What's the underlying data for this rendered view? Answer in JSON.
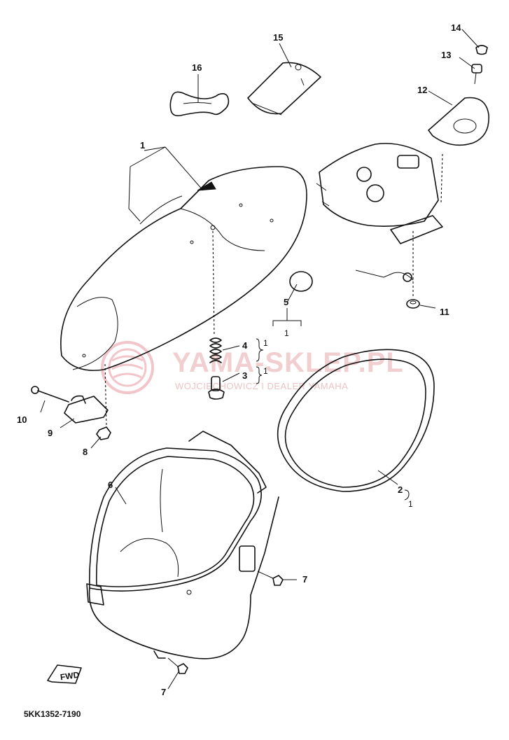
{
  "diagram": {
    "code": "5KK1352-7190",
    "fwd_label": "FWD"
  },
  "watermark": {
    "brand": "YAMA-SKLEP.PL",
    "subtitle": "WOJCIECHOWICZ I DEALER YAMAHA"
  },
  "callouts": [
    {
      "id": "c1",
      "label": "1"
    },
    {
      "id": "c2",
      "label": "2"
    },
    {
      "id": "c3",
      "label": "3"
    },
    {
      "id": "c4",
      "label": "4"
    },
    {
      "id": "c5",
      "label": "5"
    },
    {
      "id": "c6",
      "label": "6"
    },
    {
      "id": "c7a",
      "label": "7"
    },
    {
      "id": "c7b",
      "label": "7"
    },
    {
      "id": "c8",
      "label": "8"
    },
    {
      "id": "c9",
      "label": "9"
    },
    {
      "id": "c10",
      "label": "10"
    },
    {
      "id": "c11",
      "label": "11"
    },
    {
      "id": "c12",
      "label": "12"
    },
    {
      "id": "c13",
      "label": "13"
    },
    {
      "id": "c14",
      "label": "14"
    },
    {
      "id": "c15",
      "label": "15"
    },
    {
      "id": "c16",
      "label": "16"
    }
  ],
  "qty_marks": {
    "q2": "1",
    "q3": "1",
    "q4": "1",
    "q5": "1"
  }
}
